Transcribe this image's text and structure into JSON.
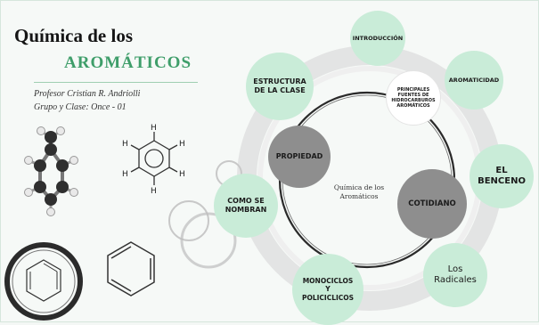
{
  "presentation": {
    "title_line1": "Química de los",
    "title_line2": "AROMÁTICOS",
    "subtitle_line1": "Profesor Cristian R. Andriolli",
    "subtitle_line2": "Grupo y Clase: Once - 01",
    "center_label": "Química de los Aromáticos"
  },
  "molecule": {
    "hydrogen_label": "H"
  },
  "nodes": {
    "introduccion": "INTRODUCCIÓN",
    "aromaticidad": "AROMATICIDAD",
    "estructura": "ESTRUCTURA DE LA CLASE",
    "principales": "PRINCIPALES FUENTES DE HIDROCARBUROS AROMÁTICOS",
    "propiedad": "PROPIEDAD",
    "el_benceno": "EL BENCENO",
    "cotidiano": "COTIDIANO",
    "como_se_nombran": "COMO SE NOMBRAN",
    "los_radicales": "Los Radicales",
    "monociclos": "MONOCICLOS Y POLICICLICOS"
  },
  "colors": {
    "accent_green": "#3f9e6a",
    "node_green": "#c9ecd8",
    "node_gray": "#8e8e8e"
  }
}
